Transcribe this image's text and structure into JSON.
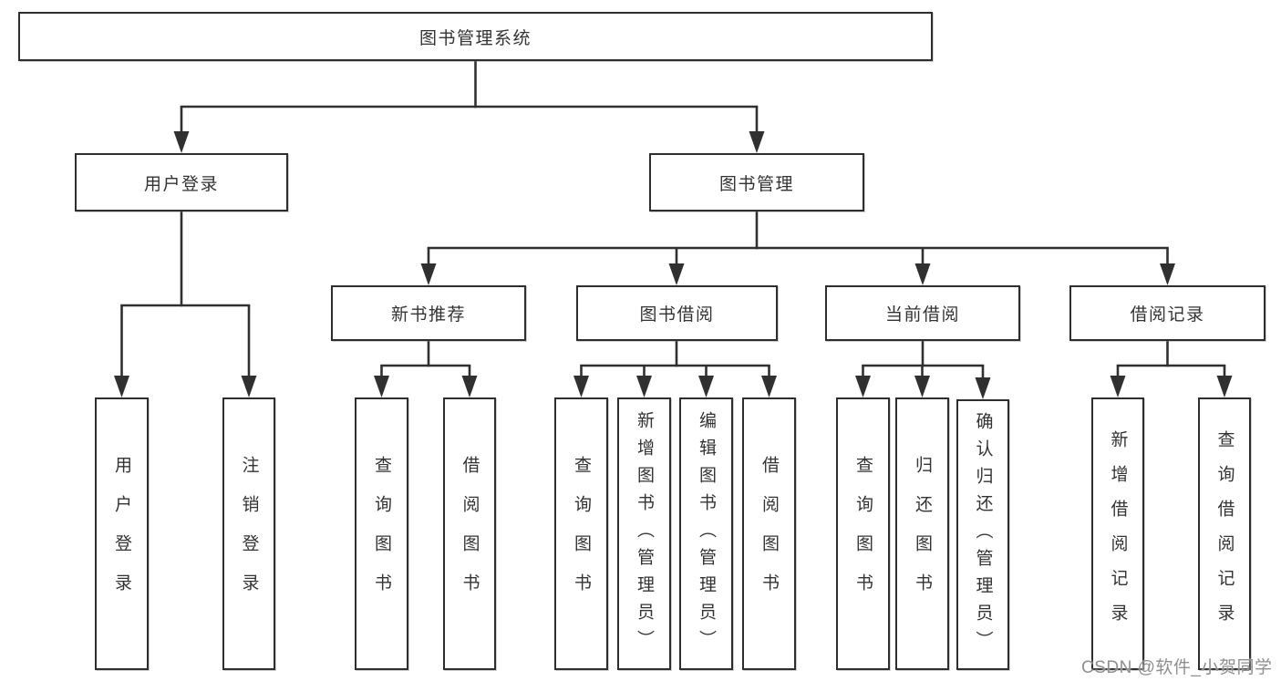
{
  "diagram": {
    "root": {
      "label": "图书管理系统"
    },
    "level2": [
      {
        "label": "用户登录"
      },
      {
        "label": "图书管理"
      }
    ],
    "level3": [
      {
        "label": "新书推荐"
      },
      {
        "label": "图书借阅"
      },
      {
        "label": "当前借阅"
      },
      {
        "label": "借阅记录"
      }
    ],
    "leaves": [
      "用户登录",
      "注销登录",
      "查询图书",
      "借阅图书",
      "查询图书",
      "新增图书（管理员）",
      "编辑图书（管理员）",
      "借阅图书",
      "查询图书",
      "归还图书",
      "确认归还（管理员）",
      "新增借阅记录",
      "查询借阅记录"
    ]
  },
  "watermark": {
    "text": "CSDN @软件_小贺同学"
  },
  "colors": {
    "line": "#303030",
    "box_border": "#2e2e2e",
    "text": "#333333",
    "background": "#ffffff",
    "watermark": "#8f8f8f"
  }
}
